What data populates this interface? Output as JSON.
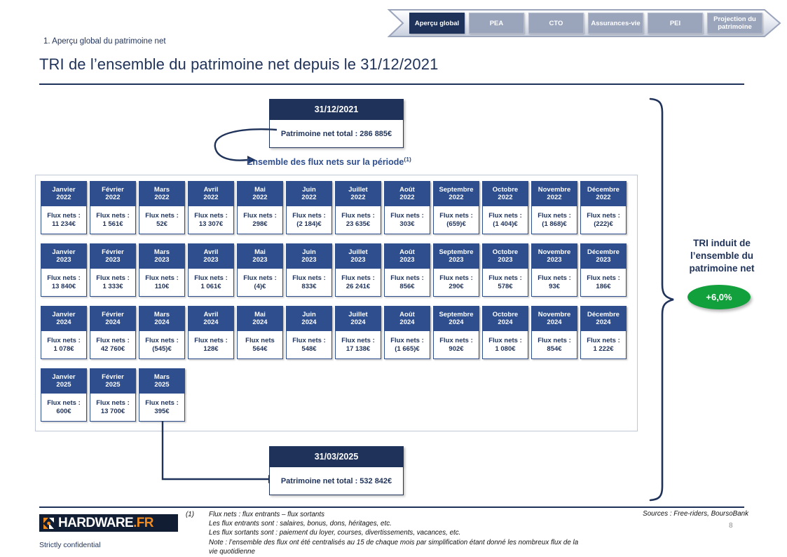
{
  "nav": {
    "items": [
      {
        "label": "Aperçu global",
        "active": true
      },
      {
        "label": "PEA",
        "active": false
      },
      {
        "label": "CTO",
        "active": false
      },
      {
        "label": "Assurances-vie",
        "active": false
      },
      {
        "label": "PEI",
        "active": false
      },
      {
        "label": "Projection du patrimoine",
        "active": false
      }
    ]
  },
  "header": {
    "section": "1. Aperçu global du patrimoine net",
    "title": "TRI de l’ensemble du patrimoine net depuis le 31/12/2021"
  },
  "start_card": {
    "date": "31/12/2021",
    "total": "Patrimoine net total : 286 885€"
  },
  "end_card": {
    "date": "31/03/2025",
    "total": "Patrimoine net total : 532 842€"
  },
  "flux_label": {
    "text": "Ensemble des flux nets sur la période",
    "footnote_marker": "(1)"
  },
  "tri": {
    "label": "TRI induit de l’ensemble du patrimoine net",
    "value": "+6,0%",
    "color": "#12a03c"
  },
  "colors": {
    "navy": "#1f3259",
    "header_blue": "#2e4e8e",
    "nav_inactive": "#9aa4bb",
    "green": "#12a03c",
    "orange": "#f08a1e"
  },
  "table": {
    "cell_prefix": "Flux nets :",
    "years": [
      {
        "year": "2022",
        "months": [
          {
            "month": "Janvier",
            "year": "2022",
            "label": "Flux nets :",
            "value": "11 234€"
          },
          {
            "month": "Février",
            "year": "2022",
            "label": "Flux nets :",
            "value": "1 561€"
          },
          {
            "month": "Mars",
            "year": "2022",
            "label": "Flux nets :",
            "value": "52€"
          },
          {
            "month": "Avril",
            "year": "2022",
            "label": "Flux nets :",
            "value": "13 307€"
          },
          {
            "month": "Mai",
            "year": "2022",
            "label": "Flux nets :",
            "value": "298€"
          },
          {
            "month": "Juin",
            "year": "2022",
            "label": "Flux nets :",
            "value": "(2 184)€"
          },
          {
            "month": "Juillet",
            "year": "2022",
            "label": "Flux nets :",
            "value": "23 635€"
          },
          {
            "month": "Août",
            "year": "2022",
            "label": "Flux nets :",
            "value": "303€"
          },
          {
            "month": "Septembre",
            "year": "2022",
            "label": "Flux nets :",
            "value": "(659)€"
          },
          {
            "month": "Octobre",
            "year": "2022",
            "label": "Flux nets :",
            "value": "(1 404)€"
          },
          {
            "month": "Novembre",
            "year": "2022",
            "label": "Flux nets :",
            "value": "(1 868)€"
          },
          {
            "month": "Décembre",
            "year": "2022",
            "label": "Flux nets :",
            "value": "(222)€"
          }
        ]
      },
      {
        "year": "2023",
        "months": [
          {
            "month": "Janvier",
            "year": "2023",
            "label": "Flux nets :",
            "value": "13 840€"
          },
          {
            "month": "Février",
            "year": "2023",
            "label": "Flux nets :",
            "value": "1 333€"
          },
          {
            "month": "Mars",
            "year": "2023",
            "label": "Flux nets :",
            "value": "110€"
          },
          {
            "month": "Avril",
            "year": "2023",
            "label": "Flux nets :",
            "value": "1 061€"
          },
          {
            "month": "Mai",
            "year": "2023",
            "label": "Flux nets :",
            "value": "(4)€"
          },
          {
            "month": "Juin",
            "year": "2023",
            "label": "Flux nets :",
            "value": "833€"
          },
          {
            "month": "Juillet",
            "year": "2023",
            "label": "Flux nets :",
            "value": "26 241€"
          },
          {
            "month": "Août",
            "year": "2023",
            "label": "Flux nets :",
            "value": "856€"
          },
          {
            "month": "Septembre",
            "year": "2023",
            "label": "Flux nets :",
            "value": "290€"
          },
          {
            "month": "Octobre",
            "year": "2023",
            "label": "Flux nets :",
            "value": "578€"
          },
          {
            "month": "Novembre",
            "year": "2023",
            "label": "Flux nets :",
            "value": "93€"
          },
          {
            "month": "Décembre",
            "year": "2023",
            "label": "Flux nets :",
            "value": "186€"
          }
        ]
      },
      {
        "year": "2024",
        "months": [
          {
            "month": "Janvier",
            "year": "2024",
            "label": "Flux nets :",
            "value": "1 078€"
          },
          {
            "month": "Février",
            "year": "2024",
            "label": "Flux nets :",
            "value": "42 760€"
          },
          {
            "month": "Mars",
            "year": "2024",
            "label": "Flux nets :",
            "value": "(545)€"
          },
          {
            "month": "Avril",
            "year": "2024",
            "label": "Flux nets :",
            "value": "128€"
          },
          {
            "month": "Mai",
            "year": "2024",
            "label": "Flux nets",
            "value": "564€"
          },
          {
            "month": "Juin",
            "year": "2024",
            "label": "Flux nets :",
            "value": "548€"
          },
          {
            "month": "Juillet",
            "year": "2024",
            "label": "Flux nets :",
            "value": "17 138€"
          },
          {
            "month": "Août",
            "year": "2024",
            "label": "Flux nets :",
            "value": "(1 665)€"
          },
          {
            "month": "Septembre",
            "year": "2024",
            "label": "Flux nets :",
            "value": "902€"
          },
          {
            "month": "Octobre",
            "year": "2024",
            "label": "Flux nets :",
            "value": "1 080€"
          },
          {
            "month": "Novembre",
            "year": "2024",
            "label": "Flux nets :",
            "value": "854€"
          },
          {
            "month": "Décembre",
            "year": "2024",
            "label": "Flux nets :",
            "value": "1 222€"
          }
        ]
      },
      {
        "year": "2025",
        "months": [
          {
            "month": "Janvier",
            "year": "2025",
            "label": "Flux nets :",
            "value": "600€"
          },
          {
            "month": "Février",
            "year": "2025",
            "label": "Flux nets :",
            "value": "13 700€"
          },
          {
            "month": "Mars",
            "year": "2025",
            "label": "Flux nets :",
            "value": "395€"
          }
        ]
      }
    ]
  },
  "footer": {
    "logo": "HARDWARE",
    "logo_suffix": ".FR",
    "confidential": "Strictly confidential",
    "footnote_marker": "(1)",
    "footnote_lines": [
      "Flux nets : flux entrants – flux sortants",
      "Les flux entrants sont : salaires, bonus, dons, héritages, etc.",
      "Les flux sortants sont : paiement du loyer, courses, divertissements, vacances, etc.",
      "Note : l’ensemble des flux ont été centralisés au 15 de chaque mois par simplification étant donné les nombreux flux de la vie quotidienne"
    ],
    "sources": "Sources : Free-riders, BoursoBank",
    "page_number": "8"
  }
}
